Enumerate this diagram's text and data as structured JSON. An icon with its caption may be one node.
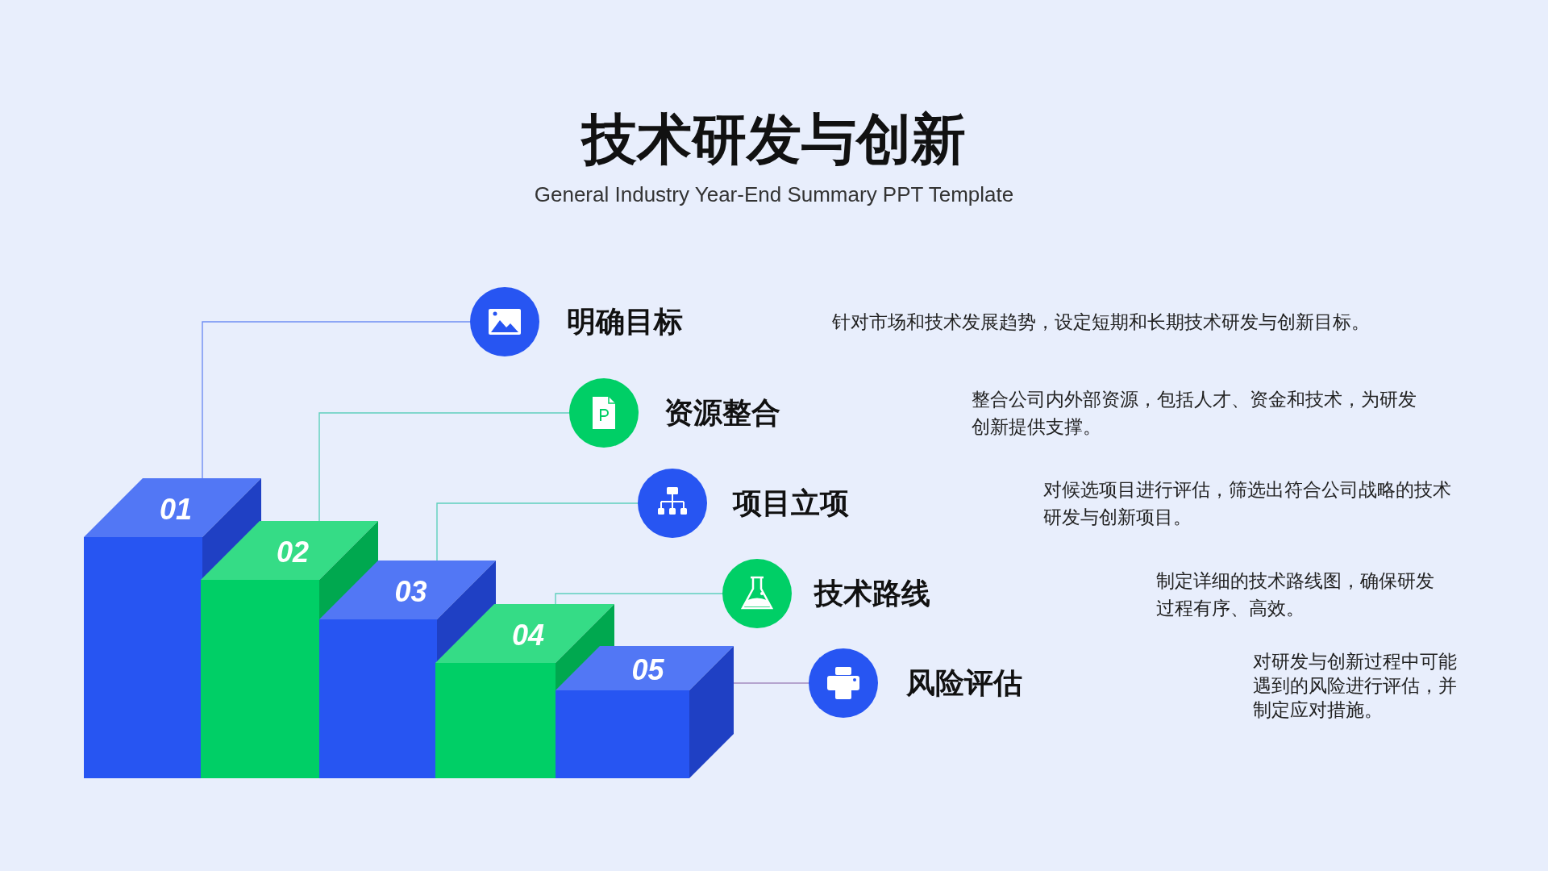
{
  "diagram": {
    "title": "技术研发与创新",
    "caption": "General Industry Year-End Summary PPT Template",
    "nodes": [
      {
        "text": [
          "01"
        ]
      },
      {
        "text": [
          "02"
        ]
      },
      {
        "text": [
          "03"
        ]
      },
      {
        "text": [
          "04"
        ]
      },
      {
        "text": [
          "05"
        ]
      },
      {
        "text": [],
        "shape": "circle",
        "beside": [
          "明确目标"
        ]
      },
      {
        "text": [],
        "shape": "circle",
        "beside": [
          "资源整合"
        ]
      },
      {
        "text": [],
        "shape": "circle",
        "beside": [
          "项目立项"
        ]
      },
      {
        "text": [],
        "shape": "circle",
        "beside": [
          "技术路线"
        ]
      },
      {
        "text": [],
        "shape": "circle",
        "beside": [
          "风险评估"
        ]
      }
    ],
    "labels": [
      "针对市场和技术发展趋势，设定短期和长期技术研发与创新目标。",
      "整合公司内外部资源，包括人才、资金和技术，为研发创新提供支撑。",
      "对候选项目进行评估，筛选出符合公司战略的技术研发与创新项目。",
      "制定详细的技术路线图，确保研发过程有序、高效。",
      "对研发与创新过程中可能遇到的风险进行评估，并制定应对措施。"
    ],
    "edges": [
      {
        "from": 0,
        "to": 5,
        "arrow": "none",
        "color": "#6f8ef2"
      },
      {
        "from": 1,
        "to": 6,
        "arrow": "none"
      },
      {
        "from": 2,
        "to": 7,
        "arrow": "none"
      },
      {
        "from": 3,
        "to": 8,
        "arrow": "none"
      },
      {
        "from": 4,
        "to": 9,
        "arrow": "none",
        "color": "#a58bc0"
      }
    ]
  }
}
